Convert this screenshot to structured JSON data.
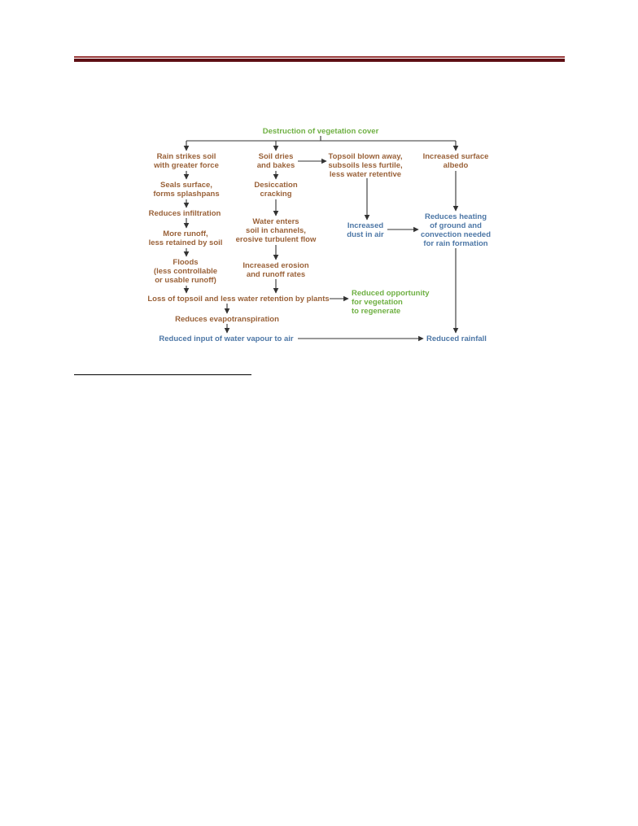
{
  "colors": {
    "effect": "#9a6239",
    "root": "#6fb043",
    "outcome": "#4d77a6",
    "arrow": "#333333",
    "rule_dark": "#5e0f14",
    "rule_light": "#9a3a3a"
  },
  "diagram": {
    "root": "Destruction of vegetation cover",
    "col1": {
      "rain_strikes": "Rain strikes soil\nwith greater force",
      "seals_surface": "Seals surface,\nforms splashpans",
      "reduces_infiltration": "Reduces infiltration",
      "more_runoff": "More runoff,\nless retained by soil",
      "floods": "Floods\n(less controllable\nor usable runoff)"
    },
    "col2": {
      "soil_dries": "Soil dries\nand bakes",
      "desiccation": "Desiccation\ncracking",
      "water_enters": "Water enters\nsoil in channels,\nerosive turbulent flow",
      "increased_erosion": "Increased erosion\nand runoff rates"
    },
    "col3": {
      "topsoil_blown": "Topsoil blown away,\nsubsoils less furtile,\nless water retentive",
      "increased_dust": "Increased\ndust in air"
    },
    "col4": {
      "increased_albedo": "Increased surface\nalbedo",
      "reduces_heating": "Reduces heating\nof ground and\nconvection needed\nfor rain formation"
    },
    "bottom": {
      "loss_of_topsoil": "Loss of topsoil and less water retention by plants",
      "reduced_opportunity": "Reduced opportunity\nfor vegetation\nto regenerate",
      "reduces_evapo": "Reduces evapotranspiration",
      "reduced_input": "Reduced input of water vapour to air",
      "reduced_rainfall": "Reduced rainfall"
    }
  }
}
